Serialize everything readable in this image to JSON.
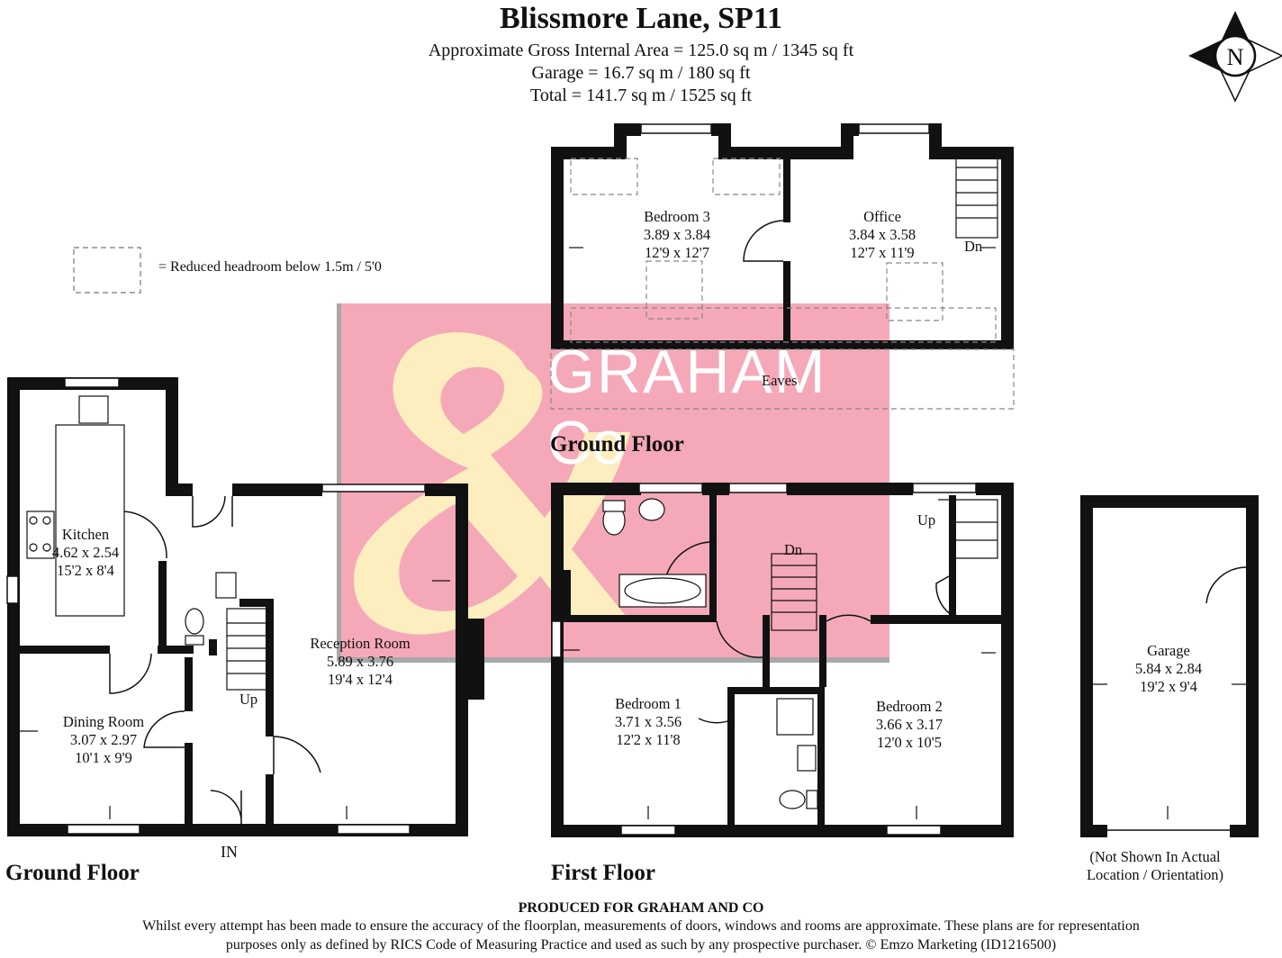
{
  "header": {
    "title": "Blissmore Lane, SP11",
    "area_line": "Approximate Gross Internal Area = 125.0 sq m / 1345 sq ft",
    "garage_line": "Garage = 16.7 sq m / 180 sq ft",
    "total_line": "Total = 141.7 sq m / 1525 sq ft"
  },
  "compass": {
    "letter": "N",
    "icon": "north-arrow-icon"
  },
  "legend": {
    "text": "=   Reduced headroom below 1.5m / 5'0"
  },
  "watermark": {
    "brand_top": "GRAHAM",
    "brand_bottom": "Co",
    "colors": {
      "background": "#f5a9b8",
      "ampersand": "#fdf5c0",
      "text": "#ffffff"
    }
  },
  "floors": {
    "ground_label": "Ground Floor",
    "first_label": "First Floor",
    "second_label": "Ground Floor"
  },
  "rooms": {
    "kitchen": {
      "name": "Kitchen",
      "metric": "4.62 x 2.54",
      "imperial": "15'2 x 8'4"
    },
    "dining": {
      "name": "Dining Room",
      "metric": "3.07 x 2.97",
      "imperial": "10'1 x 9'9"
    },
    "reception": {
      "name": "Reception Room",
      "metric": "5.89 x 3.76",
      "imperial": "19'4 x 12'4"
    },
    "bedroom1": {
      "name": "Bedroom 1",
      "metric": "3.71 x 3.56",
      "imperial": "12'2 x 11'8"
    },
    "bedroom2": {
      "name": "Bedroom 2",
      "metric": "3.66 x 3.17",
      "imperial": "12'0 x 10'5"
    },
    "bedroom3": {
      "name": "Bedroom 3",
      "metric": "3.89 x 3.84",
      "imperial": "12'9 x 12'7"
    },
    "office": {
      "name": "Office",
      "metric": "3.84 x 3.58",
      "imperial": "12'7 x 11'9"
    },
    "garage": {
      "name": "Garage",
      "metric": "5.84 x 2.84",
      "imperial": "19'2 x 9'4"
    }
  },
  "labels": {
    "eaves": "Eaves",
    "up_ground": "Up",
    "up_first": "Up",
    "dn_first": "Dn",
    "dn_top": "Dn",
    "entrance": "IN",
    "garage_note_1": "(Not Shown In Actual",
    "garage_note_2": "Location / Orientation)"
  },
  "footer": {
    "produced": "PRODUCED FOR GRAHAM AND CO",
    "disclaimer_1": "Whilst every attempt has been made to ensure the accuracy of the floorplan, measurements of doors, windows and rooms are approximate. These plans are for representation",
    "disclaimer_2": "purposes only as defined by RICS Code of Measuring Practice and used as such by any prospective purchaser. © Emzo Marketing (ID1216500)"
  }
}
